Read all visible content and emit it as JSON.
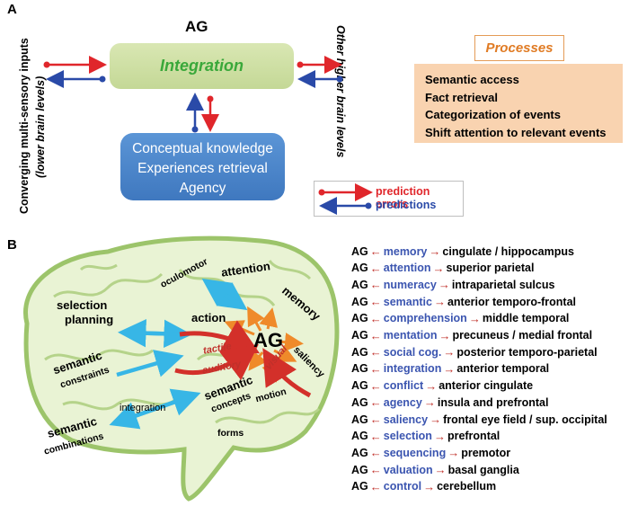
{
  "panel_a": {
    "letter": "A",
    "ag_label": "AG",
    "integration_label": "Integration",
    "left_text_line1": "Converging multi-sensory inputs",
    "left_text_line2": "(lower brain levels)",
    "right_text": "Other higher brain levels",
    "concept_lines": [
      "Conceptual knowledge",
      "Experiences retrieval",
      "Agency"
    ],
    "processes_title": "Processes",
    "processes": [
      "Semantic access",
      "Fact retrieval",
      "Categorization of events",
      "Shift attention to relevant events"
    ],
    "legend": {
      "errors": "prediction errors",
      "predictions": "predictions",
      "errors_color": "#e0262b",
      "predictions_color": "#2a4aa8"
    }
  },
  "panel_b": {
    "letter": "B",
    "brain_labels": {
      "oculomotor": "oculomotor",
      "attention": "attention",
      "action": "action",
      "memory": "memory",
      "selection": "selection",
      "planning": "planning",
      "tactile": "tactile",
      "ag": "AG",
      "saliency": "saliency",
      "semantic1": "semantic",
      "constraints": "constraints",
      "auditory": "auditory",
      "visual": "visual",
      "integration": "integration",
      "semantic2": "semantic",
      "concepts": "concepts",
      "motion": "motion",
      "semantic3": "semantic",
      "combinations": "combinations",
      "forms": "forms"
    },
    "mappings": [
      {
        "ag": "AG",
        "process": "memory",
        "region": "cingulate / hippocampus"
      },
      {
        "ag": "AG",
        "process": "attention",
        "region": "superior parietal"
      },
      {
        "ag": "AG",
        "process": "numeracy",
        "region": "intraparietal sulcus"
      },
      {
        "ag": "AG",
        "process": "semantic",
        "region": "anterior temporo-frontal"
      },
      {
        "ag": "AG",
        "process": "comprehension",
        "region": "middle temporal"
      },
      {
        "ag": "AG",
        "process": "mentation",
        "region": "precuneus / medial frontal"
      },
      {
        "ag": "AG",
        "process": "social cog.",
        "region": "posterior temporo-parietal"
      },
      {
        "ag": "AG",
        "process": "integration",
        "region": "anterior temporal"
      },
      {
        "ag": "AG",
        "process": "conflict",
        "region": "anterior cingulate"
      },
      {
        "ag": "AG",
        "process": "agency",
        "region": "insula and prefrontal"
      },
      {
        "ag": "AG",
        "process": "saliency",
        "region": "frontal eye field / sup. occipital"
      },
      {
        "ag": "AG",
        "process": "selection",
        "region": "prefrontal"
      },
      {
        "ag": "AG",
        "process": "sequencing",
        "region": "premotor"
      },
      {
        "ag": "AG",
        "process": "valuation",
        "region": "basal ganglia"
      },
      {
        "ag": "AG",
        "process": "control",
        "region": "cerebellum"
      }
    ]
  }
}
